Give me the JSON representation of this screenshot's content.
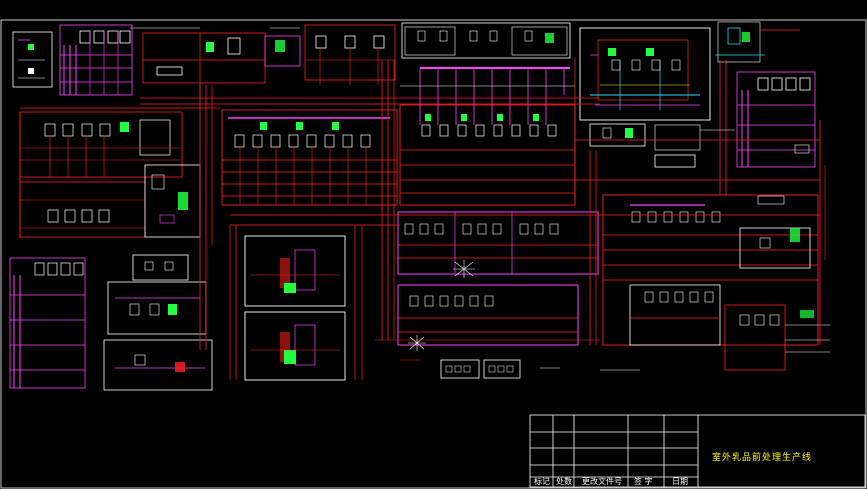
{
  "drawing": {
    "title": "室外乳品前处理生产线",
    "background": "#000000",
    "colors": {
      "primary_lines": "#ff2020",
      "magenta_lines": "#ff40ff",
      "white_frames": "#ffffff",
      "green_equipment": "#20ff40",
      "cyan_lines": "#20e0ff",
      "yellow_title": "#ffff00"
    }
  },
  "title_block": {
    "labels": [
      "标记",
      "处数",
      "更改文件号",
      "签 字",
      "日期"
    ]
  }
}
